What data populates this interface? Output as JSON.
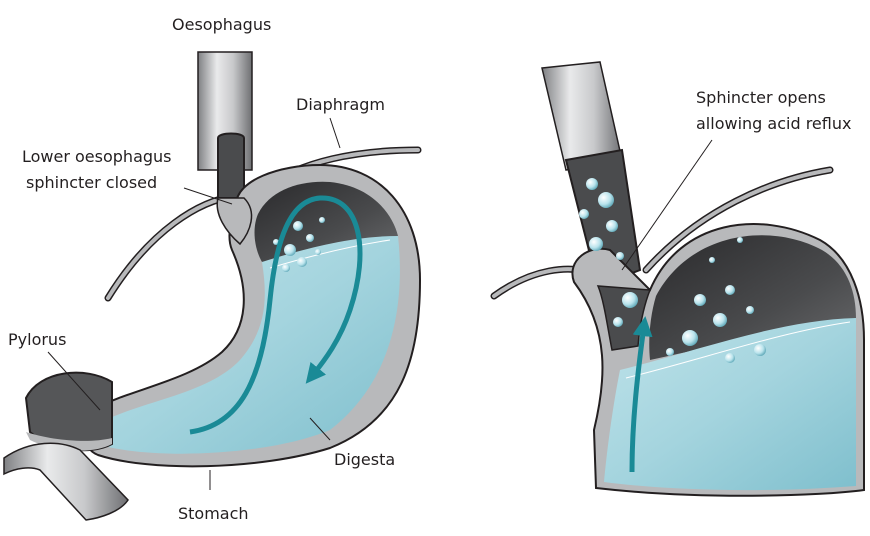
{
  "labels": {
    "oesophagus": "Oesophagus",
    "diaphragm": "Diaphragm",
    "lower_sphincter": [
      "Lower oesophagus",
      "sphincter closed"
    ],
    "pylorus": "Pylorus",
    "digesta": "Digesta",
    "stomach": "Stomach",
    "sphincter_opens": [
      "Sphincter opens",
      "allowing acid reflux"
    ]
  },
  "colors": {
    "acid": "#a9d8e0",
    "arrow": "#1a8a96",
    "wall": "#b8b9bb",
    "gas": "#3b3b3d",
    "outline": "#231f20"
  }
}
